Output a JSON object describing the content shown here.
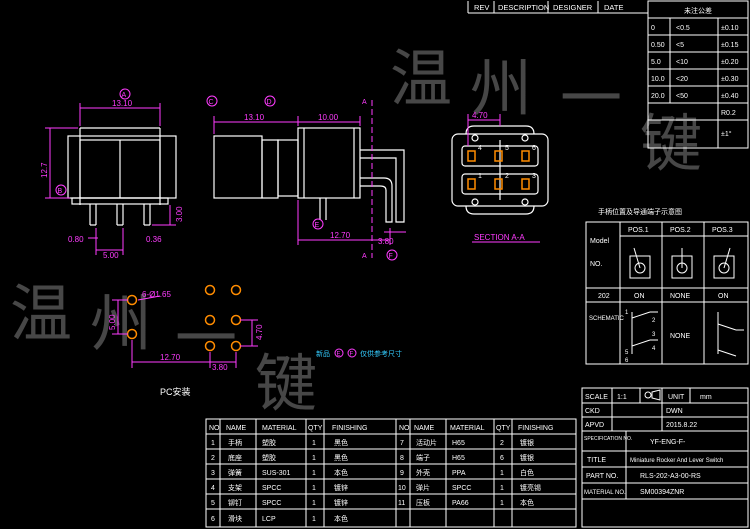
{
  "watermark": {
    "chars": [
      "温",
      "州",
      "一",
      "键"
    ]
  },
  "rev_header": {
    "rev": "REV",
    "description": "DESCRIPTION",
    "designer": "DESIGNER",
    "date": "DATE"
  },
  "tolerance": {
    "title": "未注公差",
    "rows": [
      [
        "0",
        "<0.5",
        "±0.10"
      ],
      [
        "0.50",
        "<5",
        "±0.15"
      ],
      [
        "5.0",
        "<10",
        "±0.20"
      ],
      [
        "10.0",
        "<20",
        "±0.30"
      ],
      [
        "20.0",
        "<50",
        "±0.40"
      ],
      [
        "",
        "",
        "R0.2"
      ],
      [
        "",
        "",
        "±1°"
      ]
    ]
  },
  "dims": {
    "d13_10a": "13.10",
    "d12_7": "12.7",
    "d0_80": "0.80",
    "d0_36": "0.36",
    "d5_00a": "5.00",
    "d3_00": "3.00",
    "d13_10b": "13.10",
    "d10_00": "10.00",
    "d12_70a": "12.70",
    "d3_80a": "3.80",
    "d4_70": "4.70",
    "d6_phi": "6-Ø1.65",
    "d5_00b": "5.00",
    "d12_70b": "12.70",
    "d3_80b": "3.80",
    "d4_70b": "4.70"
  },
  "labels": {
    "A": "A",
    "B": "B",
    "C": "C",
    "D": "D",
    "E": "E",
    "F": "F",
    "section": "SECTION A-A",
    "pc": "PC安装",
    "note_prefix": "新品",
    "note_suffix": "仅供参考尺寸"
  },
  "positions": {
    "title": "手柄位置及导通端子示意图",
    "model_label": "Model",
    "no_label": "NO.",
    "cols": [
      "POS.1",
      "POS.2",
      "POS.3"
    ],
    "code": "202",
    "states": [
      "ON",
      "NONE",
      "ON"
    ],
    "schematic": "SCHEMATIC",
    "mid": "NONE",
    "pins": [
      "1",
      "2",
      "3",
      "4",
      "5",
      "6"
    ]
  },
  "parts": {
    "headers": [
      "NO",
      "NAME",
      "MATERIAL",
      "QTY",
      "FINISHING"
    ],
    "left": [
      [
        "1",
        "手柄",
        "塑胶",
        "1",
        "黑色"
      ],
      [
        "2",
        "底座",
        "塑胶",
        "1",
        "黑色"
      ],
      [
        "3",
        "弹簧",
        "SUS-301",
        "1",
        "本色"
      ],
      [
        "4",
        "支架",
        "SPCC",
        "1",
        "镀锌"
      ],
      [
        "5",
        "铆钉",
        "SPCC",
        "1",
        "镀锌"
      ],
      [
        "6",
        "滑块",
        "LCP",
        "1",
        "本色"
      ]
    ],
    "right": [
      [
        "7",
        "活动片",
        "H65",
        "2",
        "镀银"
      ],
      [
        "8",
        "端子",
        "H65",
        "6",
        "镀银"
      ],
      [
        "9",
        "外壳",
        "PPA",
        "1",
        "白色"
      ],
      [
        "10",
        "弹片",
        "SPCC",
        "1",
        "镀亮锡"
      ],
      [
        "11",
        "压板",
        "PA66",
        "1",
        "本色"
      ]
    ]
  },
  "titleblock": {
    "scale_label": "SCALE",
    "scale_val": "1:1",
    "unit_label": "UNIT",
    "unit_val": "mm",
    "ckd": "CKD",
    "dwn": "DWN",
    "apvd": "APVD",
    "date": "2015.8.22",
    "spec_label": "SPECIFICATION NO.",
    "spec_val": "YF-ENG-F-",
    "title_label": "TITLE",
    "title_val": "Miniature Rocker And Lever Switch",
    "part_label": "PART NO.",
    "part_val": "RLS-202-A3-00-RS",
    "mat_label": "MATERIAL NO.",
    "mat_val": "SM00394ZNR"
  },
  "colors": {
    "bg": "#000000",
    "lines": "#ffffff",
    "dimension": "#ff3cff",
    "cyan": "#33ccff",
    "pads": "#ff8c00"
  }
}
